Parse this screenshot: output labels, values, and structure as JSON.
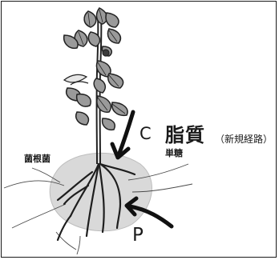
{
  "labels": {
    "carbon": "C",
    "lipid": "脂質",
    "lipid_route": "（新規経路）",
    "sugar": "単糖",
    "mycorrhiza": "菌根菌",
    "phosphorus": "P"
  },
  "colors": {
    "leaf_fill": "#9a9a9a",
    "leaf_outline": "#222222",
    "hyphae_zone": "#d9d9d9",
    "ink": "#1a1a1a"
  }
}
